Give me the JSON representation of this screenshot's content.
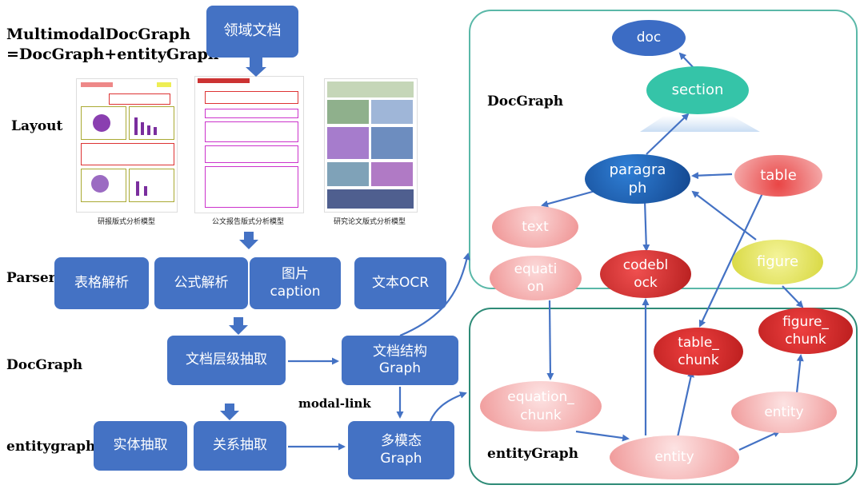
{
  "title_line1": "MultimodalDocGraph",
  "title_line2": "=DocGraph+entityGraph",
  "row_labels": {
    "layout": "Layout",
    "parser": "Parser",
    "docgraph": "DocGraph",
    "entitygraph": "entitygraph"
  },
  "boxes": {
    "domain_doc": "领域文档",
    "table_parse": "表格解析",
    "formula_parse": "公式解析",
    "image_caption": "图片\ncaption",
    "text_ocr": "文本OCR",
    "doc_hier": "文档层级抽取",
    "doc_struct": "文档结构\nGraph",
    "entity_extract": "实体抽取",
    "relation_extract": "关系抽取",
    "multimodal": "多模态\nGraph"
  },
  "modal_link": "modal-link",
  "thumbnails": {
    "cap1": "研报版式分析模型",
    "cap2": "公文报告版式分析模型",
    "cap3": "研究论文版式分析模型"
  },
  "panels": {
    "docgraph": "DocGraph",
    "entitygraph": "entityGraph"
  },
  "nodes": {
    "doc": "doc",
    "section": "section",
    "paragraph": "paragra\nph",
    "table": "table",
    "text": "text",
    "equation": "equati\non",
    "codeblock": "codebl\nock",
    "figure": "figure",
    "equation_chunk": "equation_\nchunk",
    "table_chunk": "table_\nchunk",
    "figure_chunk": "figure_\nchunk",
    "entity_left": "entity",
    "entity_right": "entity"
  },
  "colors": {
    "box_blue": "#4472c4",
    "panel_teal": "#5ab8a8",
    "panel_green": "#2e8b77",
    "doc_blue": "#3c6cc4",
    "section_teal": "#35c4a8",
    "paragraph_blue": "#1b5fb8",
    "pink": "#f2aaaa",
    "red": "#e02b2b",
    "figure_yellow": "#e6e64a",
    "arrow": "#4472c4"
  }
}
